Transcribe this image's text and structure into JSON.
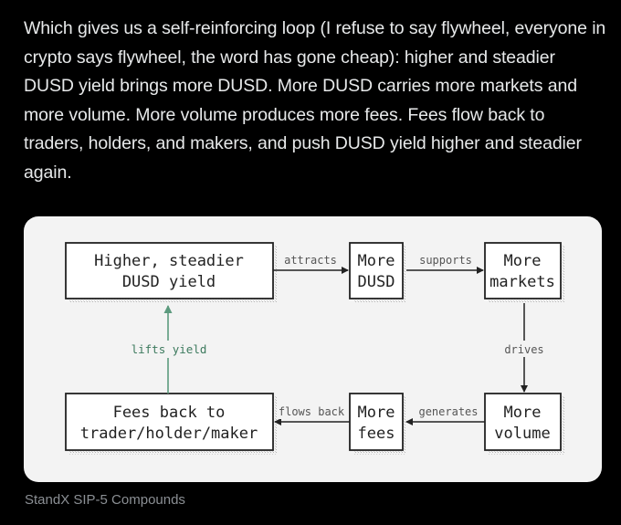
{
  "post": {
    "body": "Which gives us a self-reinforcing loop (I refuse to say flywheel, everyone in crypto says flywheel, the word has gone cheap): higher and steadier DUSD yield brings more DUSD. More DUSD carries more markets and more volume. More volume produces more fees. Fees flow back to traders, holders, and makers, and push DUSD yield higher and steadier again.",
    "caption": "StandX SIP-5 Compounds"
  },
  "diagram": {
    "nodes": {
      "yield": {
        "line1": "Higher, steadier",
        "line2": "DUSD yield"
      },
      "dusd": {
        "line1": "More",
        "line2": "DUSD"
      },
      "markets": {
        "line1": "More",
        "line2": "markets"
      },
      "volume": {
        "line1": "More",
        "line2": "volume"
      },
      "fees": {
        "line1": "More",
        "line2": "fees"
      },
      "feesback": {
        "line1": "Fees back to",
        "line2": "trader/holder/maker"
      }
    },
    "edges": {
      "attracts": "attracts",
      "supports": "supports",
      "drives": "drives",
      "generates": "generates",
      "flows_back": "flows back",
      "lifts_yield": "lifts yield"
    },
    "colors": {
      "arrow": "#222222",
      "feedback_arrow": "#5c9a7e",
      "node_fill": "#ffffff",
      "node_border": "#222222",
      "card_background": "#f3f3f3"
    }
  }
}
